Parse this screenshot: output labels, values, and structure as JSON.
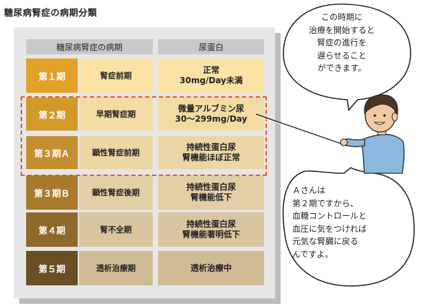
{
  "title": "糖尿病腎症の病期分類",
  "headers": {
    "stage": "糖尿病腎症の病期",
    "protein": "尿蛋白"
  },
  "rows": [
    {
      "stage": "第１期",
      "name": "腎症前期",
      "protein": [
        "正常",
        "30mg/Day未満"
      ],
      "stage_color": "#e2a229",
      "cell_color": "#fbe3a6"
    },
    {
      "stage": "第２期",
      "name": "早期腎症期",
      "protein": [
        "微量アルブミン尿",
        "30〜299mg/Day"
      ],
      "stage_color": "#d39a2a",
      "cell_color": "#f3dca3"
    },
    {
      "stage": "第３期Ａ",
      "name": "顕性腎症前期",
      "protein": [
        "持続性蛋白尿",
        "腎機能ほぼ正常"
      ],
      "stage_color": "#c48f2e",
      "cell_color": "#edd6a6"
    },
    {
      "stage": "第３期Ｂ",
      "name": "顕性腎症後期",
      "protein": [
        "持続性蛋白尿",
        "腎機能低下"
      ],
      "stage_color": "#a77a2e",
      "cell_color": "#e2cfa6"
    },
    {
      "stage": "第４期",
      "name": "腎不全期",
      "protein": [
        "持続性蛋白尿",
        "腎機能著明低下"
      ],
      "stage_color": "#8f682c",
      "cell_color": "#d9c5a0"
    },
    {
      "stage": "第５期",
      "name": "透析治療期",
      "protein": [
        "透析治療中"
      ],
      "stage_color": "#6b4e22",
      "cell_color": "#cfbb94"
    }
  ],
  "speech_top": [
    "この時期に",
    "治療を開始すると",
    "腎症の進行を",
    "遅らせること",
    "ができます。"
  ],
  "speech_bottom": [
    "Ａさんは",
    "第２期ですから、",
    "血糖コントロールと",
    "血圧に気をつければ",
    "元気な腎臓に戻る",
    "んですよ。"
  ]
}
